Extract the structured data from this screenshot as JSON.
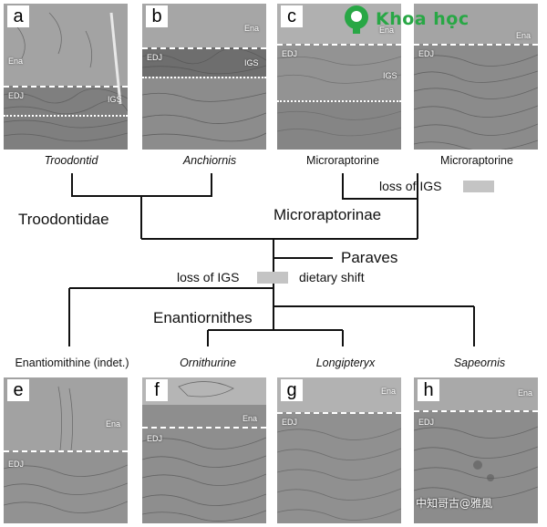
{
  "panels": [
    {
      "letter": "a",
      "labels": {
        "ena": "Ena",
        "edj": "EDJ",
        "igs": "IGS"
      }
    },
    {
      "letter": "b",
      "labels": {
        "ena": "Ena",
        "edj": "EDJ",
        "igs": "IGS"
      }
    },
    {
      "letter": "c",
      "labels": {
        "ena": "Ena",
        "edj": "EDJ",
        "igs": "IGS"
      }
    },
    {
      "letter": "",
      "labels": {
        "ena": "Ena",
        "edj": "EDJ"
      }
    },
    {
      "letter": "e",
      "labels": {
        "ena": "Ena",
        "edj": "EDJ"
      }
    },
    {
      "letter": "f",
      "labels": {
        "ena": "Ena",
        "edj": "EDJ"
      }
    },
    {
      "letter": "g",
      "labels": {
        "ena": "Ena",
        "edj": "EDJ"
      }
    },
    {
      "letter": "h",
      "labels": {
        "ena": "Ena",
        "edj": "EDJ"
      }
    }
  ],
  "top_taxa": [
    "Troodontid",
    "Anchiornis",
    "Microraptorine",
    "Microraptorine"
  ],
  "bottom_taxa": [
    "Enantiomithine (indet.)",
    "Ornithurine",
    "Longipteryx",
    "Sapeornis"
  ],
  "clades": {
    "troodontidae": "Troodontidae",
    "microraptorinae": "Microraptorinae",
    "paraves": "Paraves",
    "enantiornithes": "Enantiornithes"
  },
  "notes": {
    "loss_igs_upper": "loss of IGS",
    "loss_igs_lower": "loss of IGS",
    "dietary_shift": "dietary shift"
  },
  "watermarks": {
    "logo_text": "Khoa học",
    "wechat": "中知哥古@雅風"
  },
  "colors": {
    "line": "#111111",
    "indicator_bar": "#c4c4c4",
    "logo": "#28a745",
    "panel_bg": "#8f8f8f"
  },
  "icons": [
    "lightbulb-icon"
  ]
}
